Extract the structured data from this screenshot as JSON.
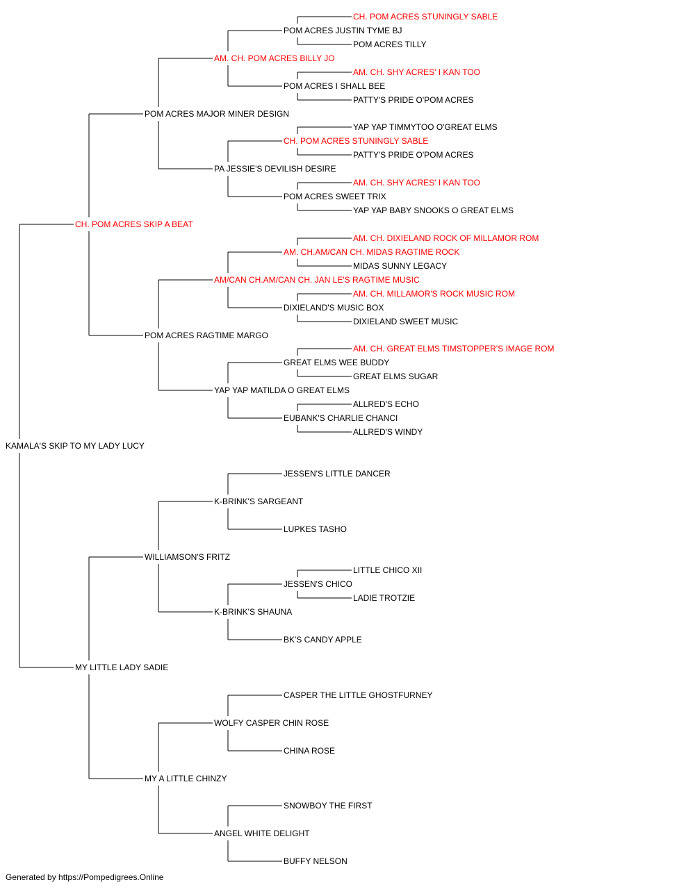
{
  "colors": {
    "normal": "#000000",
    "champion": "#ff0000",
    "line": "#000000"
  },
  "pedigree": {
    "name": "KAMALA'S SKIP TO MY LADY LUCY",
    "champion": false,
    "sire": {
      "name": "CH. POM ACRES SKIP A BEAT",
      "champion": true,
      "sire": {
        "name": "POM ACRES MAJOR MINER DESIGN",
        "champion": false,
        "sire": {
          "name": "AM. CH. POM ACRES BILLY JO",
          "champion": true,
          "sire": {
            "name": "POM ACRES JUSTIN TYME BJ",
            "champion": false,
            "sire": {
              "name": "CH. POM ACRES STUNINGLY SABLE",
              "champion": true
            },
            "dam": {
              "name": "POM ACRES TILLY",
              "champion": false
            }
          },
          "dam": {
            "name": "POM ACRES I SHALL BEE",
            "champion": false,
            "sire": {
              "name": "AM. CH. SHY ACRES' I KAN TOO",
              "champion": true
            },
            "dam": {
              "name": "PATTY'S PRIDE O'POM ACRES",
              "champion": false
            }
          }
        },
        "dam": {
          "name": "PA JESSIE'S DEVILISH DESIRE",
          "champion": false,
          "sire": {
            "name": "CH. POM ACRES STUNINGLY SABLE",
            "champion": true,
            "sire": {
              "name": "YAP YAP TIMMYTOO O'GREAT ELMS",
              "champion": false
            },
            "dam": {
              "name": "PATTY'S PRIDE O'POM ACRES",
              "champion": false
            }
          },
          "dam": {
            "name": "POM ACRES SWEET TRIX",
            "champion": false,
            "sire": {
              "name": "AM. CH. SHY ACRES' I KAN TOO",
              "champion": true
            },
            "dam": {
              "name": "YAP YAP BABY SNOOKS O GREAT ELMS",
              "champion": false
            }
          }
        }
      },
      "dam": {
        "name": "POM ACRES RAGTIME MARGO",
        "champion": false,
        "sire": {
          "name": "AM/CAN CH.AM/CAN CH. JAN LE'S RAGTIME MUSIC",
          "champion": true,
          "sire": {
            "name": "AM. CH.AM/CAN CH. MIDAS RAGTIME ROCK",
            "champion": true,
            "sire": {
              "name": "AM. CH. DIXIELAND ROCK OF MILLAMOR ROM",
              "champion": true
            },
            "dam": {
              "name": "MIDAS SUNNY LEGACY",
              "champion": false
            }
          },
          "dam": {
            "name": "DIXIELAND'S MUSIC BOX",
            "champion": false,
            "sire": {
              "name": "AM. CH. MILLAMOR'S ROCK MUSIC ROM",
              "champion": true
            },
            "dam": {
              "name": "DIXIELAND SWEET MUSIC",
              "champion": false
            }
          }
        },
        "dam": {
          "name": "YAP YAP MATILDA O GREAT ELMS",
          "champion": false,
          "sire": {
            "name": "GREAT ELMS WEE BUDDY",
            "champion": false,
            "sire": {
              "name": "AM. CH. GREAT ELMS TIMSTOPPER'S IMAGE ROM",
              "champion": true
            },
            "dam": {
              "name": "GREAT ELMS SUGAR",
              "champion": false
            }
          },
          "dam": {
            "name": "EUBANK'S CHARLIE CHANCI",
            "champion": false,
            "sire": {
              "name": "ALLRED'S ECHO",
              "champion": false
            },
            "dam": {
              "name": "ALLRED'S WINDY",
              "champion": false
            }
          }
        }
      }
    },
    "dam": {
      "name": "MY LITTLE LADY SADIE",
      "champion": false,
      "sire": {
        "name": "WILLIAMSON'S FRITZ",
        "champion": false,
        "sire": {
          "name": "K-BRINK'S SARGEANT",
          "champion": false,
          "sire": {
            "name": "JESSEN'S LITTLE DANCER",
            "champion": false
          },
          "dam": {
            "name": "LUPKES TASHO",
            "champion": false
          }
        },
        "dam": {
          "name": "K-BRINK'S SHAUNA",
          "champion": false,
          "sire": {
            "name": "JESSEN'S CHICO",
            "champion": false,
            "sire": {
              "name": "LITTLE CHICO XII",
              "champion": false
            },
            "dam": {
              "name": "LADIE TROTZIE",
              "champion": false
            }
          },
          "dam": {
            "name": "BK'S CANDY APPLE",
            "champion": false
          }
        }
      },
      "dam": {
        "name": "MY A LITTLE CHINZY",
        "champion": false,
        "sire": {
          "name": "WOLFY CASPER CHIN ROSE",
          "champion": false,
          "sire": {
            "name": "CASPER THE LITTLE GHOSTFURNEY",
            "champion": false
          },
          "dam": {
            "name": "CHINA ROSE",
            "champion": false
          }
        },
        "dam": {
          "name": "ANGEL WHITE DELIGHT",
          "champion": false,
          "sire": {
            "name": "SNOWBOY THE FIRST",
            "champion": false
          },
          "dam": {
            "name": "BUFFY NELSON",
            "champion": false
          }
        }
      }
    }
  },
  "footer": {
    "text": "Generated by https://Pompedigrees.Online"
  }
}
